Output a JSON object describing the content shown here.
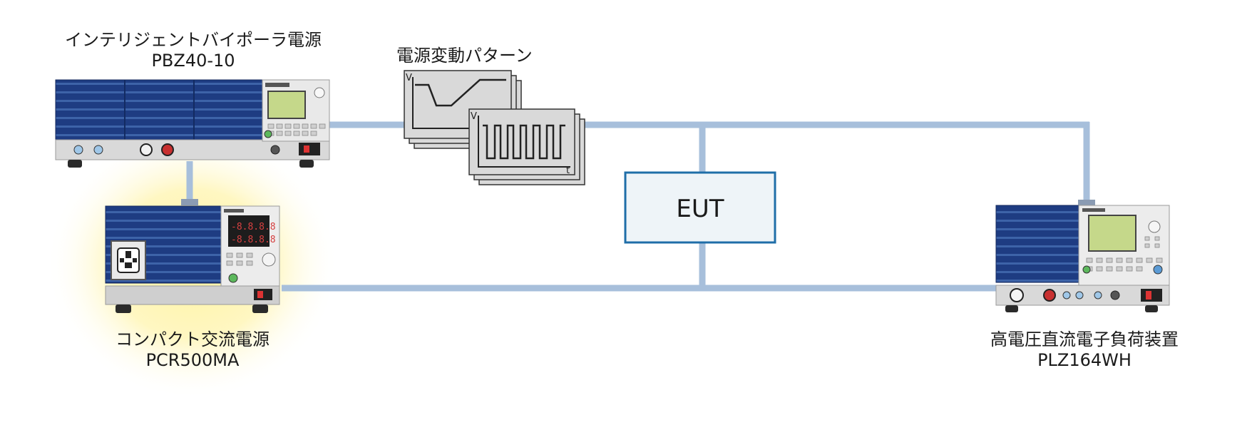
{
  "devices": {
    "bipolar": {
      "name": "インテリジェントバイポーラ電源",
      "model": "PBZ40-10"
    },
    "ac_source": {
      "name": "コンパクト交流電源",
      "model": "PCR500MA"
    },
    "load": {
      "name": "高電圧直流電子負荷装置",
      "model": "PLZ164WH"
    }
  },
  "pattern": {
    "title": "電源変動パターン",
    "axis_v": "V",
    "axis_t": "t"
  },
  "eut": {
    "label": "EUT"
  },
  "colors": {
    "cable": "#a7bfdb",
    "eut_border": "#1f6ea8",
    "eut_fill": "#eef4f8",
    "panel_blue": "#1e3c82",
    "glow": "#fff6b0"
  }
}
